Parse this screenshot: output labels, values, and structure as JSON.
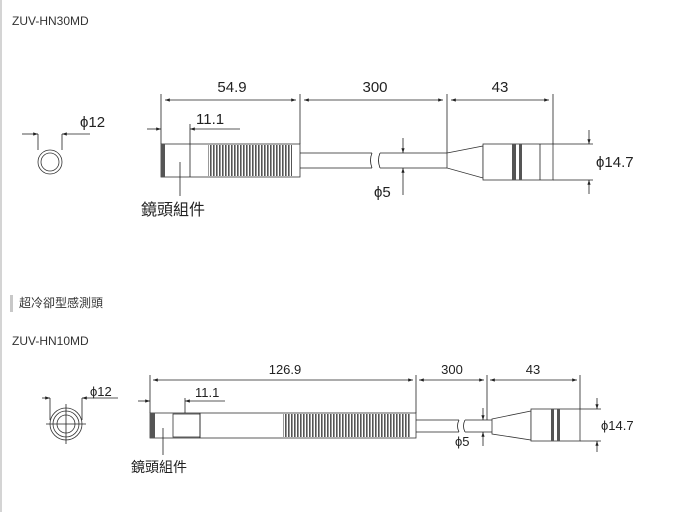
{
  "models": [
    {
      "name": "ZUV-HN30MD",
      "dims": {
        "diameter_head": "ϕ12",
        "length_total": "54.9",
        "length_head": "11.1",
        "cable": "300",
        "connector": "43",
        "cable_diameter": "ϕ5",
        "connector_diameter": "ϕ14.7"
      },
      "label": "鏡頭組件"
    },
    {
      "name": "ZUV-HN10MD",
      "dims": {
        "diameter_head": "ϕ12",
        "length_total": "126.9",
        "length_head": "11.1",
        "cable": "300",
        "connector": "43",
        "cable_diameter": "ϕ5",
        "connector_diameter": "ϕ14.7"
      },
      "label": "鏡頭組件"
    }
  ],
  "section_title": "超冷卻型感測頭"
}
